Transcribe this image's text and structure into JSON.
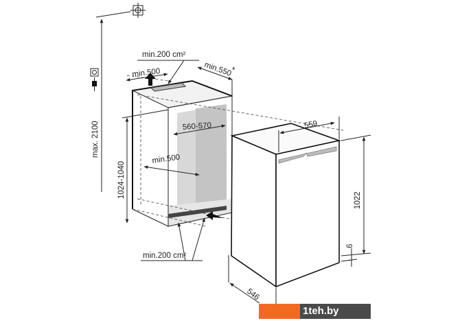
{
  "diagram": {
    "labels": {
      "max_height": "max. 2100",
      "top_vent": "min.200 cm²",
      "top_depth": "min.500",
      "top_right_depth": "min.550",
      "asterisk": "*",
      "niche_width": "560-570",
      "niche_height": "1024-1040",
      "inner_depth": "min.500",
      "bottom_vent": "min.200 cm²",
      "appliance_width": "559",
      "appliance_height": "1022",
      "door_offset": "6",
      "appliance_depth": "546"
    },
    "icons": [
      "wall-anchor-icon",
      "socket-icon",
      "plug-icon"
    ]
  },
  "watermark": {
    "text": "teh.by",
    "prefix": "1",
    "colors": {
      "orange": "#f26a21",
      "gray": "#4a4a4a"
    }
  }
}
